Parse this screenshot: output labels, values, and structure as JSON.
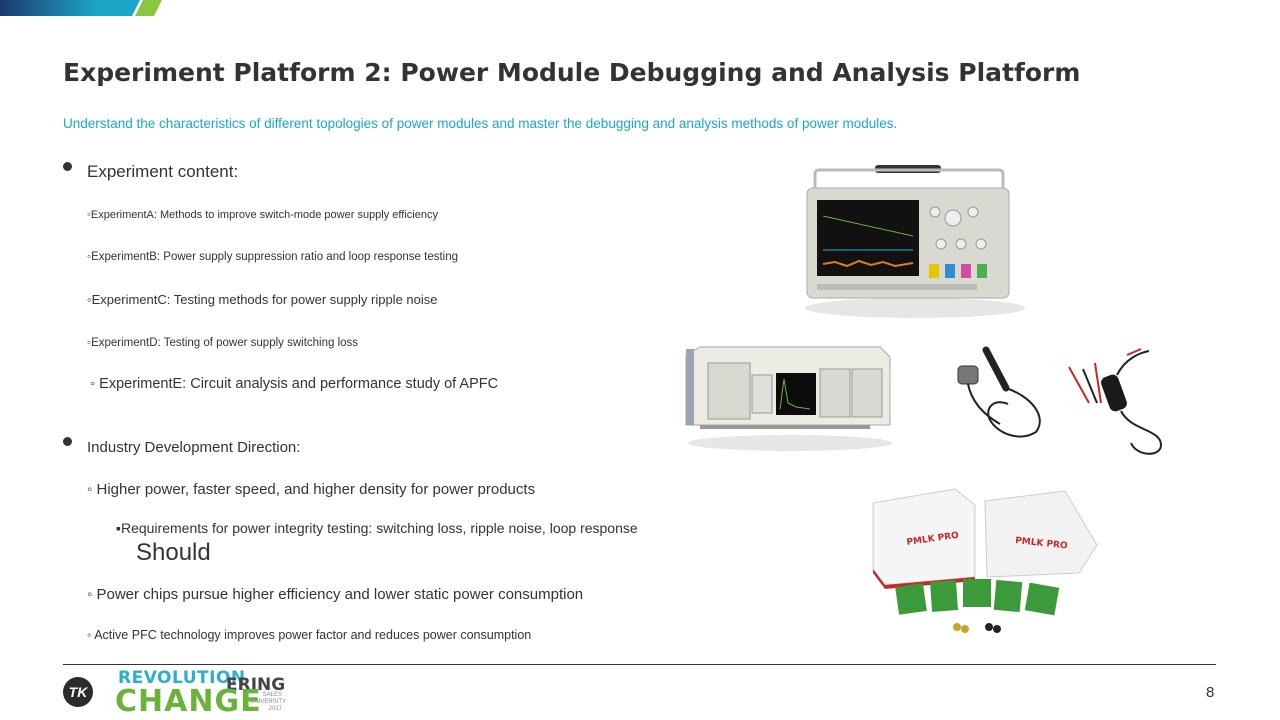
{
  "slide": {
    "title": "Experiment Platform 2: Power Module Debugging and Analysis Platform",
    "subtitle": "Understand the characteristics of different topologies of power modules and master the debugging and analysis methods of power modules.",
    "experiment_heading": "Experiment content:",
    "experiments": [
      "◦ExperimentA: Methods to improve switch-mode power supply efficiency",
      "◦ExperimentB: Power supply suppression ratio and loop response testing",
      "◦ExperimentC: Testing methods for power supply ripple noise",
      "◦ExperimentD: Testing of power supply switching loss",
      "◦ ExperimentE: Circuit analysis and performance study of APFC"
    ],
    "industry_heading": "Industry Development Direction:",
    "industry_items": [
      "◦ Higher power, faster speed, and higher density for power products",
      "▪Requirements for power integrity testing: switching loss, ripple noise, loop response",
      "Should",
      "◦ Power chips pursue higher efficiency and lower static power consumption",
      "◦ Active PFC technology improves power factor and reduces power consumption"
    ],
    "page_number": "8"
  },
  "footer": {
    "logo_mark": "TK",
    "brand_line1": "REVOLUTION",
    "brand_line1_suffix": "ERING",
    "brand_line2": "CHANGE",
    "brand_tag": [
      "SALES",
      "UNIVERSITY",
      "2017"
    ]
  },
  "images": {
    "box_label": "PMLK PRO"
  },
  "colors": {
    "accent_cyan": "#1ba6c9",
    "accent_green": "#6ab33b",
    "text_dark": "#333333"
  }
}
